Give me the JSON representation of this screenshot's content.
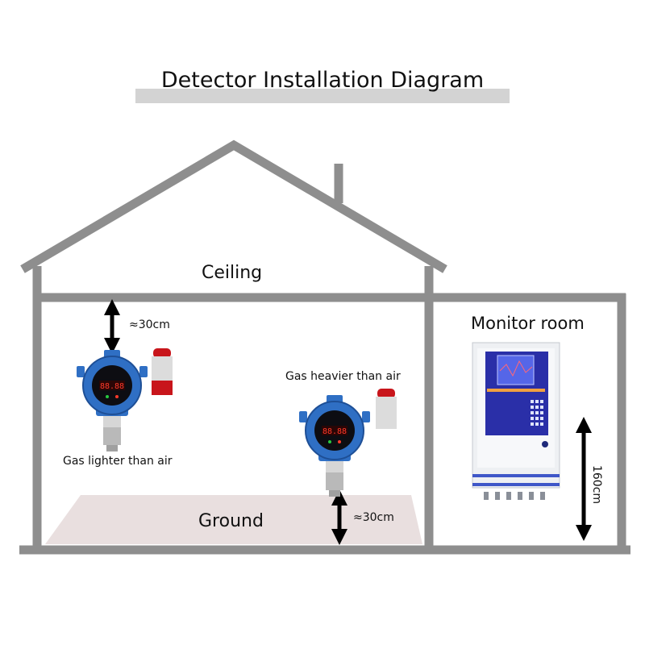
{
  "title": "Detector Installation Diagram",
  "labels": {
    "ceiling": "Ceiling",
    "ground": "Ground",
    "monitor_room": "Monitor room",
    "gas_lighter": "Gas lighter than air",
    "gas_heavier": "Gas heavier than air",
    "dist_ceiling": "≈30cm",
    "dist_ground": "≈30cm",
    "height_monitor": "160cm"
  },
  "detector_display": "88.88",
  "colors": {
    "wall": "#8e8e8e",
    "floor": "#e9dfdf",
    "detector_body": "#2f6fc4",
    "alarm_red": "#c8151b",
    "cabinet": "#eef0f3",
    "screen": "#2a2fa8",
    "arrow": "#000000"
  }
}
